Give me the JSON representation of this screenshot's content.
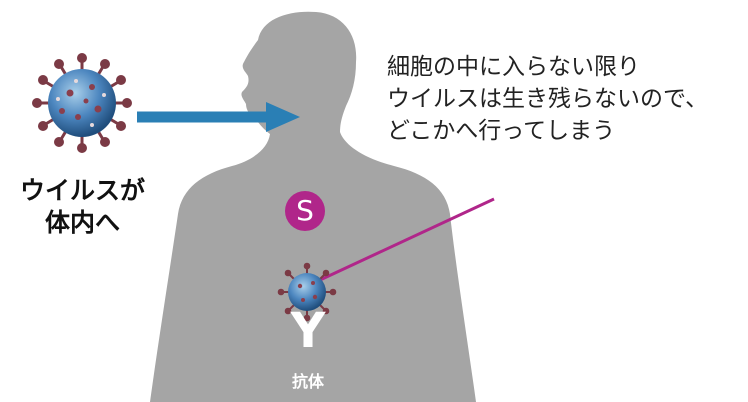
{
  "left_label": {
    "line1": "ウイルスが",
    "line2": "体内へ"
  },
  "description": {
    "line1": "細胞の中に入らない限り",
    "line2": "ウイルスは生き残らないので、",
    "line3": "どこかへ行ってしまう"
  },
  "s_badge": {
    "text": "S"
  },
  "antibody": {
    "glyph": "Y",
    "label": "抗体"
  },
  "colors": {
    "body": "#a5a5a5",
    "arrow": "#2a7fb5",
    "badge": "#b0268a",
    "line": "#b0268a",
    "virus": "#3d76ad",
    "spike": "#7b3a45"
  },
  "icons": [
    "virus-icon",
    "arrow-right-icon",
    "human-silhouette-icon"
  ]
}
